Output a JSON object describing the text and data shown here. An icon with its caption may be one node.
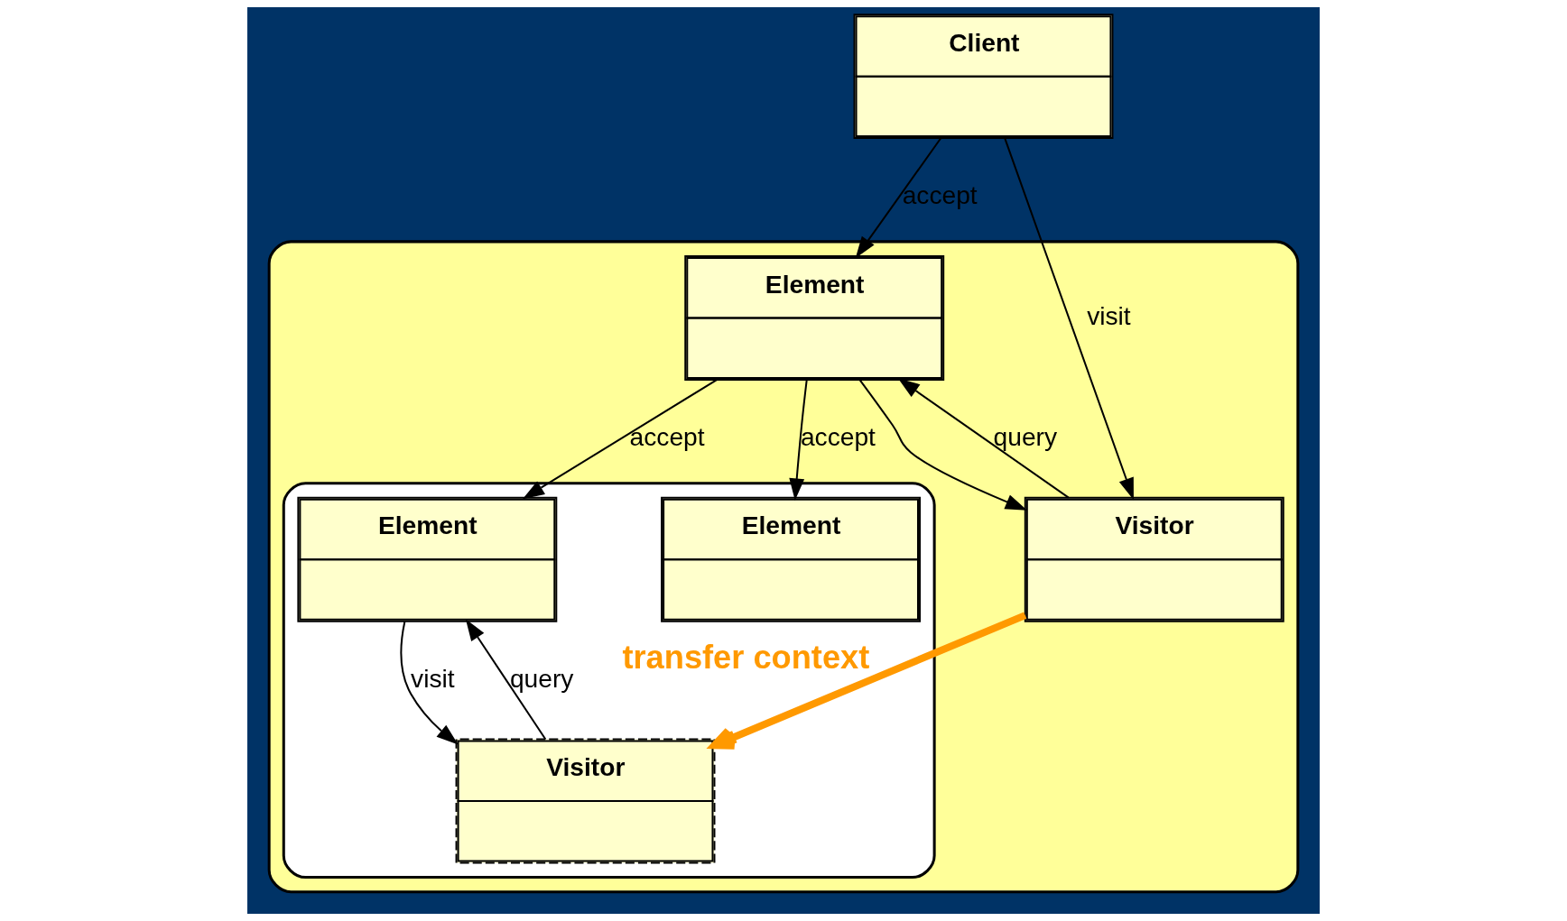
{
  "diagram": {
    "nodes": [
      {
        "text": [],
        "shape": "ellipse"
      },
      {
        "text": [
          "Client"
        ]
      },
      {
        "text": [
          "Element"
        ],
        "in": 0
      },
      {
        "text": [
          "Visitor"
        ],
        "in": 0
      },
      {
        "text": [],
        "shape": "ellipse",
        "in": 0
      },
      {
        "text": [
          "Element"
        ],
        "in": 4
      },
      {
        "text": [
          "Element"
        ],
        "in": 4
      },
      {
        "text": [
          "Visitor"
        ],
        "in": 4
      }
    ],
    "edges": [
      {
        "from": 1,
        "to": 2,
        "arrow": "to",
        "label": "accept"
      },
      {
        "from": 1,
        "to": 3,
        "arrow": "to",
        "label": "visit"
      },
      {
        "from": 2,
        "to": 3,
        "arrow": "to"
      },
      {
        "from": 3,
        "to": 2,
        "arrow": "to",
        "label": "query"
      },
      {
        "from": 2,
        "to": 5,
        "arrow": "to",
        "label": "accept"
      },
      {
        "from": 2,
        "to": 6,
        "arrow": "to",
        "label": "accept"
      },
      {
        "from": 5,
        "to": 7,
        "arrow": "to",
        "label": "visit"
      },
      {
        "from": 7,
        "to": 5,
        "arrow": "to",
        "label": "query"
      },
      {
        "from": 3,
        "to": 7,
        "arrow": "to",
        "label": "transfer context",
        "style": "thick",
        "color": "#ff9900"
      }
    ]
  }
}
